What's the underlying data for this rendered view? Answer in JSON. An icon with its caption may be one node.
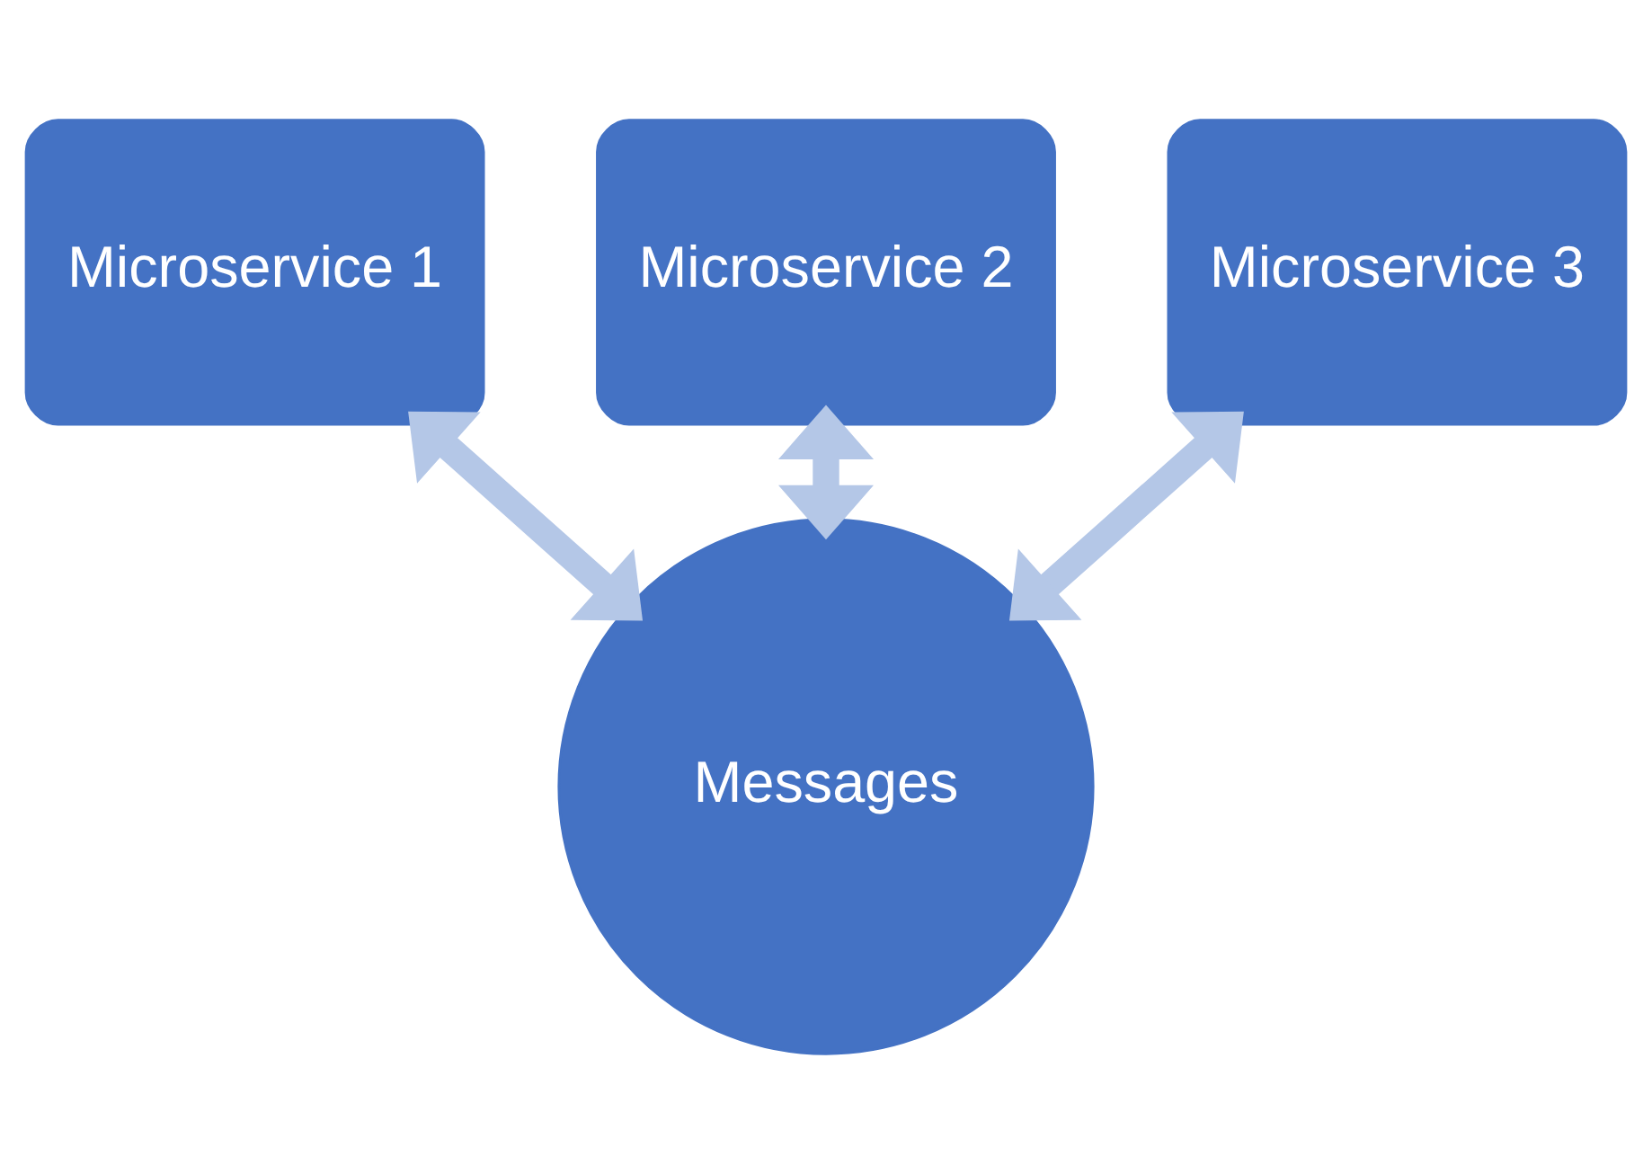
{
  "diagram": {
    "nodes": [
      {
        "text": [
          "Microservice 1"
        ]
      },
      {
        "text": [
          "Microservice 2"
        ]
      },
      {
        "text": [
          "Microservice 3"
        ]
      },
      {
        "text": [
          "Messages"
        ]
      }
    ],
    "edges": [
      {
        "from": 0,
        "to": 3,
        "arrow": "both"
      },
      {
        "from": 1,
        "to": 3,
        "arrow": "both"
      },
      {
        "from": 2,
        "to": 3,
        "arrow": "both"
      }
    ]
  }
}
